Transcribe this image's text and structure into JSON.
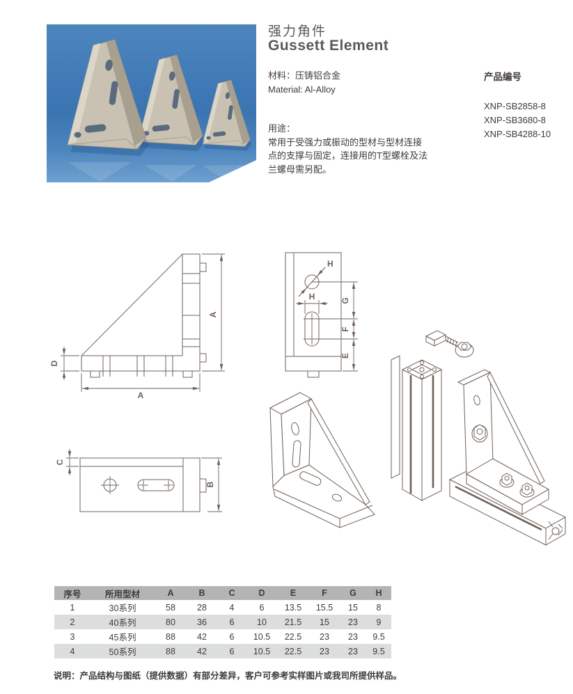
{
  "header": {
    "title_zh": "强力角件",
    "title_en": "Gussett Element",
    "material_zh": "材料：压铸铝合金",
    "material_en": "Material: Al-Alloy",
    "product_code_label": "产品编号",
    "product_codes": [
      "XNP-SB2858-8",
      "XNP-SB3680-8",
      "XNP-SB4288-10"
    ],
    "usage_title": "用途：",
    "usage_text": "常用于受强力或振动的型材与型材连接点的支撑与固定，连接用的T型螺栓及法兰螺母需另配。"
  },
  "drawings": {
    "side_view": {
      "dim_height": "A",
      "dim_width": "A",
      "dim_base_thickness": "D"
    },
    "front_view": {
      "dim_hole_dia": "H",
      "dim_slot_width": "H",
      "dim_g": "G",
      "dim_f": "F",
      "dim_e": "E"
    },
    "top_view": {
      "dim_top_thickness": "C",
      "dim_depth": "B"
    }
  },
  "table": {
    "headers": [
      "序号",
      "所用型材",
      "A",
      "B",
      "C",
      "D",
      "E",
      "F",
      "G",
      "H"
    ],
    "rows": [
      [
        "1",
        "30系列",
        "58",
        "28",
        "4",
        "6",
        "13.5",
        "15.5",
        "15",
        "8"
      ],
      [
        "2",
        "40系列",
        "80",
        "36",
        "6",
        "10",
        "21.5",
        "15",
        "23",
        "9"
      ],
      [
        "3",
        "45系列",
        "88",
        "42",
        "6",
        "10.5",
        "22.5",
        "23",
        "23",
        "9.5"
      ],
      [
        "4",
        "50系列",
        "88",
        "42",
        "6",
        "10.5",
        "22.5",
        "23",
        "23",
        "9.5"
      ]
    ]
  },
  "note": "说明：产品结构与图纸（提供数据）有部分差异，客户可参考实样图片或我司所提供样品。",
  "colors": {
    "line": "#6e6158",
    "text": "#3f3a39",
    "title": "#595757",
    "table_header_bg": "#b4b4b5",
    "table_alt_bg": "#dcdddd",
    "photo_blue": "#3c78b4"
  }
}
